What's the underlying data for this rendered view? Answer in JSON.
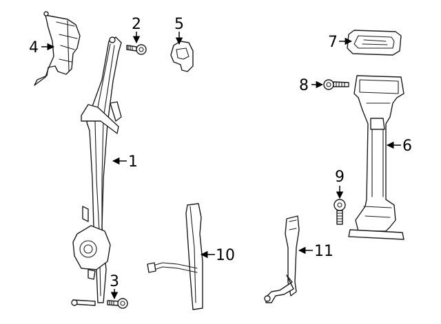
{
  "diagram": {
    "callouts": [
      {
        "id": "1",
        "label": "1"
      },
      {
        "id": "2",
        "label": "2"
      },
      {
        "id": "3",
        "label": "3"
      },
      {
        "id": "4",
        "label": "4"
      },
      {
        "id": "5",
        "label": "5"
      },
      {
        "id": "6",
        "label": "6"
      },
      {
        "id": "7",
        "label": "7"
      },
      {
        "id": "8",
        "label": "8"
      },
      {
        "id": "9",
        "label": "9"
      },
      {
        "id": "10",
        "label": "10"
      },
      {
        "id": "11",
        "label": "11"
      }
    ],
    "colors": {
      "line": "#1a1a1a",
      "background": "#ffffff"
    }
  }
}
